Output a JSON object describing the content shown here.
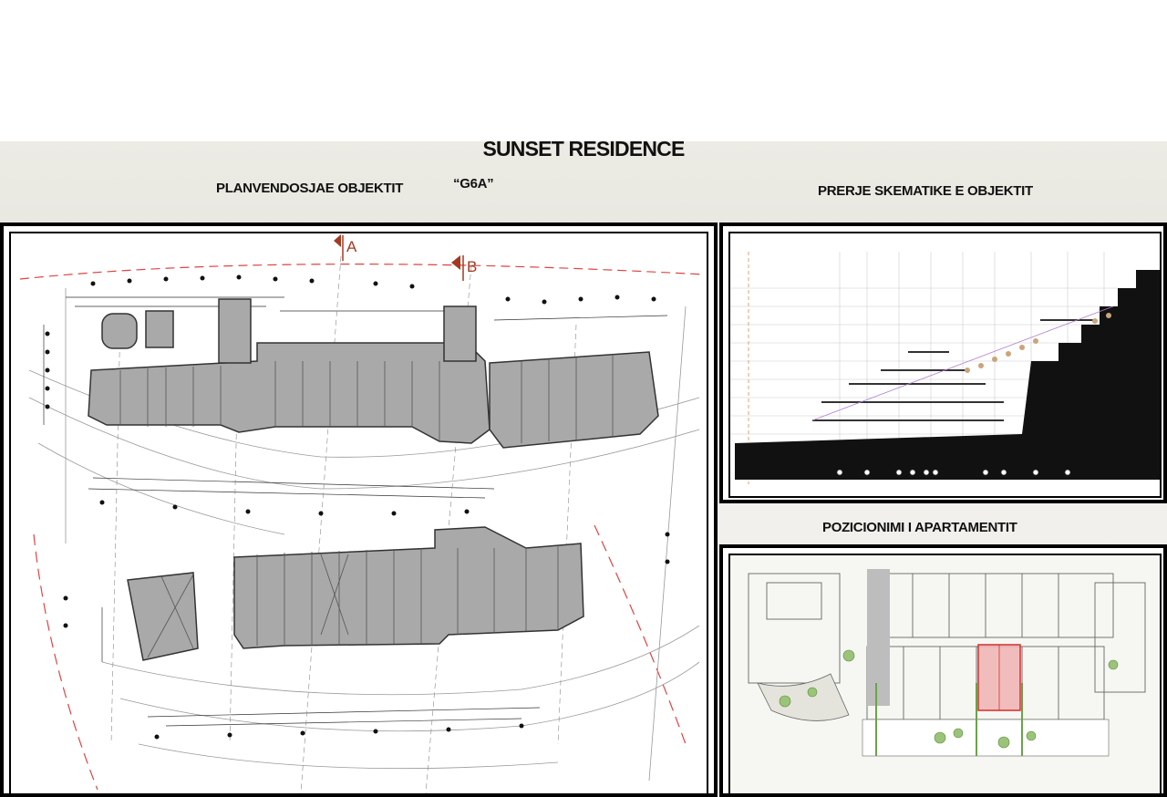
{
  "header": {
    "title": "SUNSET RESIDENCE",
    "plan_label": "PLANVENDOSJAE OBJEKTIT",
    "building_code": "“G6A”",
    "section_label": "PRERJE SKEMATIKE E  OBJEKTIT",
    "position_label": "POZICIONIMI I APARTAMENTIT"
  },
  "site_plan": {
    "section_markers": [
      "A",
      "B"
    ]
  },
  "colors": {
    "roof_fill": "#a9a9a9",
    "highlight_fill": "#f0b3b3",
    "highlight_stroke": "#d03030",
    "section_marker": "#a23a22",
    "greenery": "#9bc47a"
  }
}
